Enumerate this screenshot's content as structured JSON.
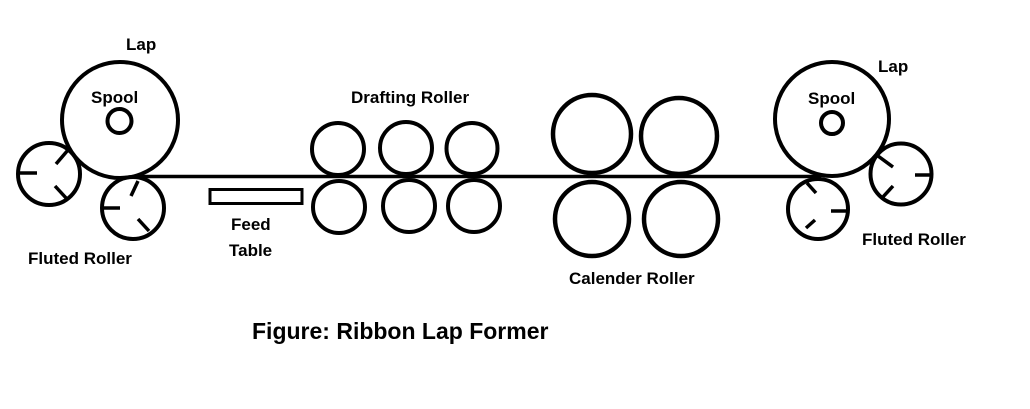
{
  "figure": {
    "caption": "Figure: Ribbon Lap Former"
  },
  "labels": {
    "lap_left": "Lap",
    "spool_left": "Spool",
    "fluted_roller_left": "Fluted Roller",
    "feed_table_line1": "Feed",
    "feed_table_line2": "Table",
    "drafting_roller": "Drafting Roller",
    "calender_roller": "Calender Roller",
    "lap_right": "Lap",
    "spool_right": "Spool",
    "fluted_roller_right": "Fluted Roller"
  },
  "colors": {
    "ink": "#000000",
    "background": "#ffffff"
  }
}
